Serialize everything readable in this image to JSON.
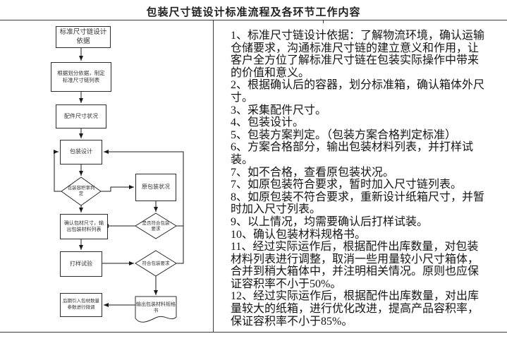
{
  "title": "包装尺寸链设计标准流程及各环节工作内容",
  "flowchart": {
    "design_basis": "标准尺寸链设计依据",
    "make_list": "根据划分依据，制定标准尺寸链列表",
    "part_size": "配件尺寸状况",
    "package_design": "包装设计",
    "volume_judge": "包装容积率判定",
    "original_status": "原包装状况",
    "meet_require_q": "是否符合包装要求",
    "confirm_size": "确认包材尺寸，输出包装材料列表",
    "sample_test": "打样试验",
    "meet_require": "符合包装要求",
    "output_spec": "输出包装材料规格书",
    "later_adjust": "后期引入包材数量参数进行微调"
  },
  "notes": {
    "items": [
      "1、标准尺寸链设计依据：了解物流环境，确认运输仓储要求，沟通标准尺寸链的建立意义和作用，让客户全方位了解标准尺寸链在包装实际操作中带来的价值和意义。",
      "2、根据确认后的容器，划分标准箱，确认箱体外尺寸。",
      "3、采集配件尺寸。",
      "4、包装设计。",
      "5、包装方案判定。（包装方案合格判定标准）",
      "6、方案合格部分，输出包装材料列表，并打样试装。",
      "7、如不合格，查看原包装状况。",
      "7、如原包装符合要求，暂时加入尺寸链列表。",
      "8、如原包装不符合要求，重新设计纸箱尺寸，并暂时加入尺寸列表。",
      "9、以上情况，均需要确认后打样试装。",
      "10、确认包装材料规格书。",
      "11、经过实际运作后，根据配件出库数量，对包装材料列表进行调整，取消一些用量较小尺寸箱体，合并到稍大箱体中，并注明相关情况。原则也应保证容积率不小于50%。",
      "12、经过实际运作后，根据配件出库数量，对出库量较大的纸箱，进行优化改进，提高产品容积率，保证容积率不小于85%。"
    ]
  }
}
